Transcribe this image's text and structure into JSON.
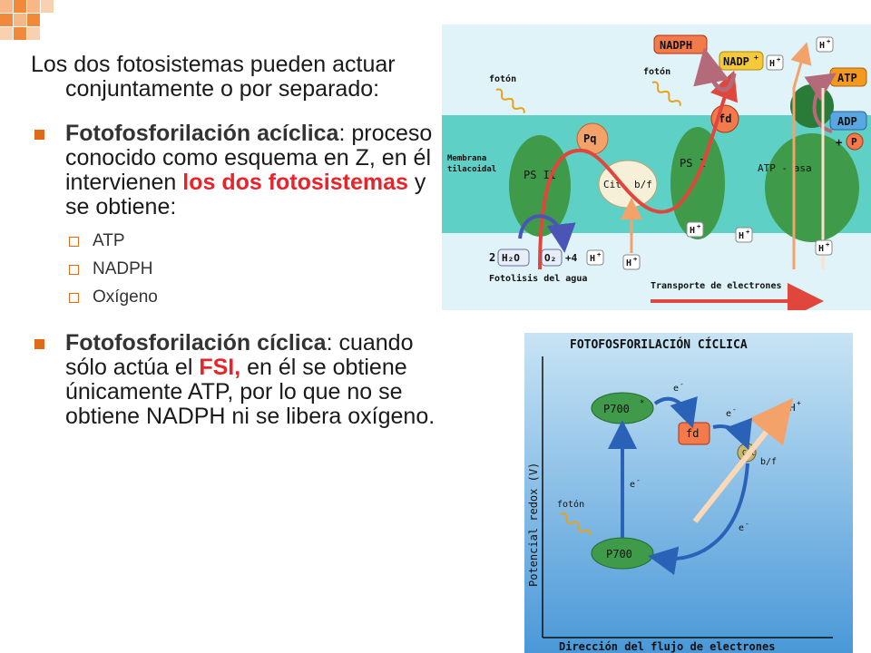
{
  "slide": {
    "intro": "Los dos fotosistemas pueden actuar conjuntamente o por separado:",
    "acyclic": {
      "title": "Fotofosforilación acíclica",
      "colon": ":",
      "text_before": " proceso conocido como esquema en Z, en él intervienen ",
      "highlight": "los dos fotosistemas",
      "text_after": " y se obtiene:",
      "products": [
        "ATP",
        "NADPH",
        "Oxígeno"
      ]
    },
    "cyclic": {
      "title": "Fotofosforilación cíclica",
      "colon": ":",
      "text_before": " cuando sólo actúa el ",
      "highlight": "FSI,",
      "text_after": " en él se obtiene únicamente ATP, por lo que no se obtiene NADPH ni se libera oxígeno."
    }
  },
  "top_diagram": {
    "foton_left": "fotón",
    "foton_right": "fotón",
    "membrana": "Membrana",
    "tilacoidal": "tilacoidal",
    "psii": "PS II",
    "psi": "PS I",
    "pq": "Pq",
    "cit": "Cit",
    "bf": "b/f",
    "fd": "fd",
    "nadph": "NADPH",
    "nadp": "NADP",
    "nadp_sup": "+",
    "atp": "ATP",
    "adp": "ADP",
    "p": "P",
    "plus": "+",
    "atpasa": "ATP - asa",
    "h": "H",
    "h_sup": "+",
    "water_coef": "2",
    "h2o": "H₂O",
    "o2": "O₂",
    "plus4": "+4",
    "fotolisis": "Fotolisis del agua",
    "transporte": "Transporte de electrones",
    "colors": {
      "membrane": "#5fd0c6",
      "stroma": "#dff3f8",
      "psii": "#3f9b4a",
      "arrow_red": "#e0463c",
      "atp_orange": "#f39a1e",
      "adp_blue": "#5aa6e0"
    }
  },
  "bottom_diagram": {
    "title": "FOTOFOSFORILACIÓN CÍCLICA",
    "y_axis": "Potencial redox (V)",
    "x_axis": "Dirección del flujo de electrones",
    "p700_star": "P700",
    "star": "*",
    "p700": "P700",
    "fd": "fd",
    "cit": "Cit",
    "bf": "b/f",
    "h": "H",
    "h_sup": "+",
    "e": "e",
    "e_sup": "-",
    "foton": "fotón"
  }
}
